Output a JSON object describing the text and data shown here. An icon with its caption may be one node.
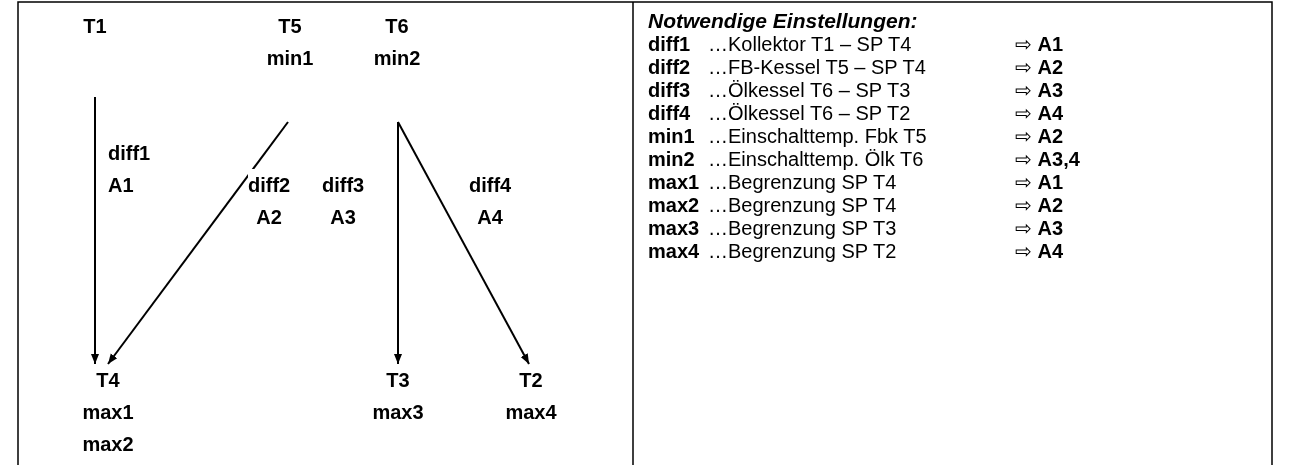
{
  "diagram": {
    "nodes": [
      {
        "text": [
          "T1"
        ]
      },
      {
        "text": [
          "T5",
          "min1"
        ]
      },
      {
        "text": [
          "T6",
          "min2"
        ]
      },
      {
        "text": [
          "T4",
          "max1",
          "max2"
        ]
      },
      {
        "text": [
          "T3",
          "max3"
        ]
      },
      {
        "text": [
          "T2",
          "max4"
        ]
      }
    ],
    "edges": [
      {
        "from": 0,
        "to": 3,
        "arrow": "to",
        "label": "diff1 A1"
      },
      {
        "from": 1,
        "to": 3,
        "arrow": "to",
        "label": "diff2 A2"
      },
      {
        "from": 2,
        "to": 4,
        "arrow": "to",
        "label": "diff3 A3"
      },
      {
        "from": 2,
        "to": 5,
        "arrow": "to",
        "label": "diff4 A4"
      }
    ],
    "labels": [
      "Notwendige Einstellungen:",
      "diff1",
      "…Kollektor T1 – SP T4",
      "⇨ **A1**",
      "diff2",
      "…FB-Kessel T5 – SP T4",
      "⇨ **A2**",
      "diff3",
      "…Ölkessel T6 – SP T3",
      "⇨ **A3**",
      "diff4",
      "…Ölkessel T6 – SP T2",
      "⇨ **A4**",
      "min1",
      "…Einschalttemp. Fbk T5",
      "⇨ **A2**",
      "min2",
      "…Einschalttemp. Ölk T6",
      "⇨ **A3,4**",
      "max1",
      "…Begrenzung SP T4",
      "⇨ **A1**",
      "max2",
      "…Begrenzung SP T4",
      "⇨ **A2**",
      "max3",
      "…Begrenzung SP T3",
      "⇨ **A3**",
      "max4",
      "…Begrenzung SP T2",
      "⇨ **A4**"
    ]
  }
}
